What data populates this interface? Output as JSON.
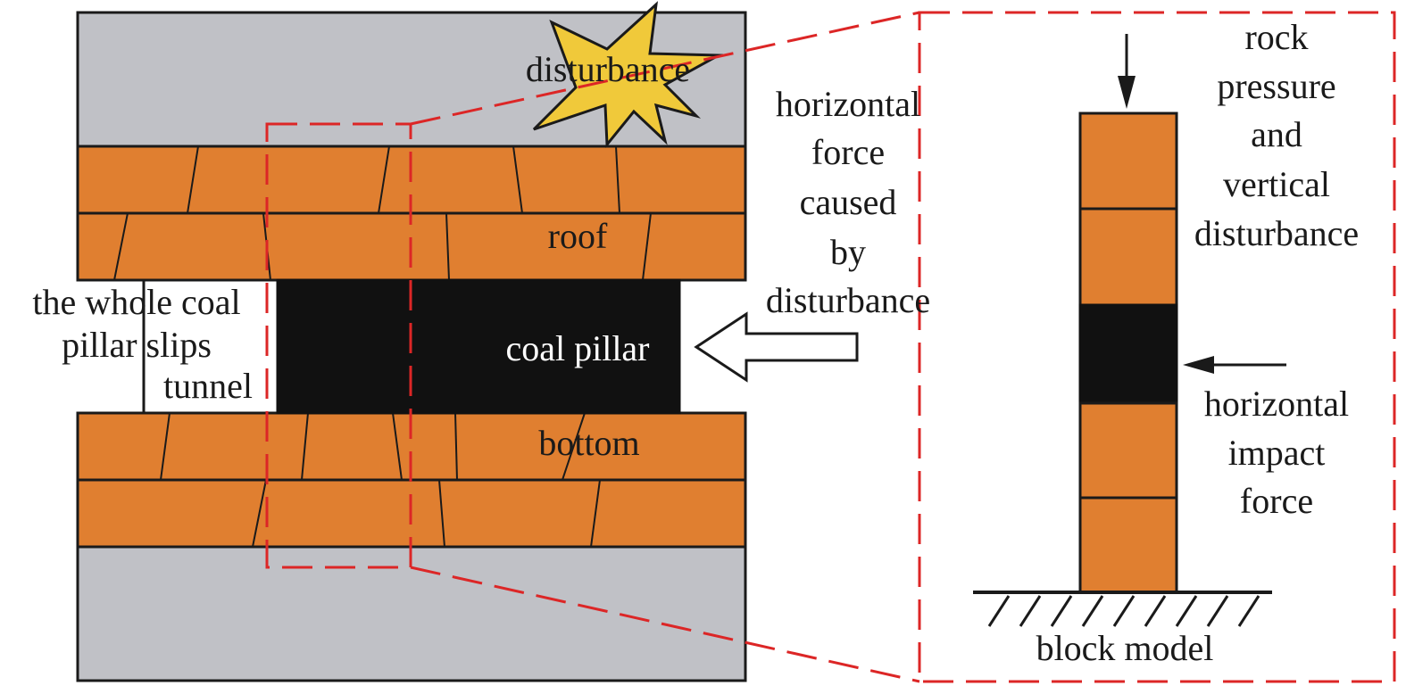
{
  "labels": {
    "disturbance": "disturbance",
    "roof": "roof",
    "coal_pillar": "coal pillar",
    "bottom": "bottom",
    "slip": [
      "the whole coal",
      "pillar slips"
    ],
    "tunnel": "tunnel",
    "horizontal_force": [
      "horizontal",
      "force",
      "caused",
      "by",
      "disturbance"
    ],
    "rock_pressure": [
      "rock",
      "pressure",
      "and",
      "vertical",
      "disturbance"
    ],
    "horizontal_impact": [
      "horizontal",
      "impact",
      "force"
    ],
    "block_model": "block model"
  },
  "colors": {
    "rock_grey": "#c0c1c6",
    "rock_orange": "#e07f30",
    "coal_black": "#111111",
    "star_yellow": "#f0c93a",
    "frame_red": "#dc2626"
  }
}
